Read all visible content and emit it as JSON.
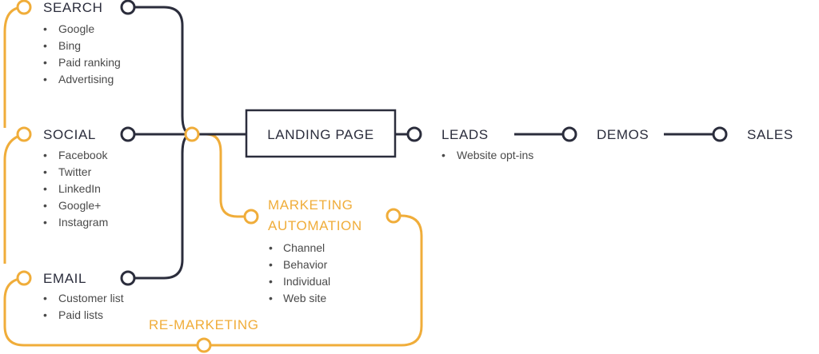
{
  "search": {
    "title": "SEARCH",
    "items": [
      "Google",
      "Bing",
      "Paid ranking",
      "Advertising"
    ]
  },
  "social": {
    "title": "SOCIAL",
    "items": [
      "Facebook",
      "Twitter",
      "LinkedIn",
      "Google+",
      "Instagram"
    ]
  },
  "email": {
    "title": "EMAIL",
    "items": [
      "Customer list",
      "Paid lists"
    ]
  },
  "landing": {
    "title": "LANDING PAGE"
  },
  "leads": {
    "title": "LEADS",
    "items": [
      "Website opt-ins"
    ]
  },
  "demos": {
    "title": "DEMOS"
  },
  "sales": {
    "title": "SALES"
  },
  "marketing_automation": {
    "title_line1": "MARKETING",
    "title_line2": "AUTOMATION",
    "items": [
      "Channel",
      "Behavior",
      "Individual",
      "Web site"
    ]
  },
  "remarketing": {
    "title": "RE-MARKETING"
  },
  "colors": {
    "dark": "#2b2d3c",
    "accent": "#f0ad3a",
    "text": "#4a4a4a"
  }
}
